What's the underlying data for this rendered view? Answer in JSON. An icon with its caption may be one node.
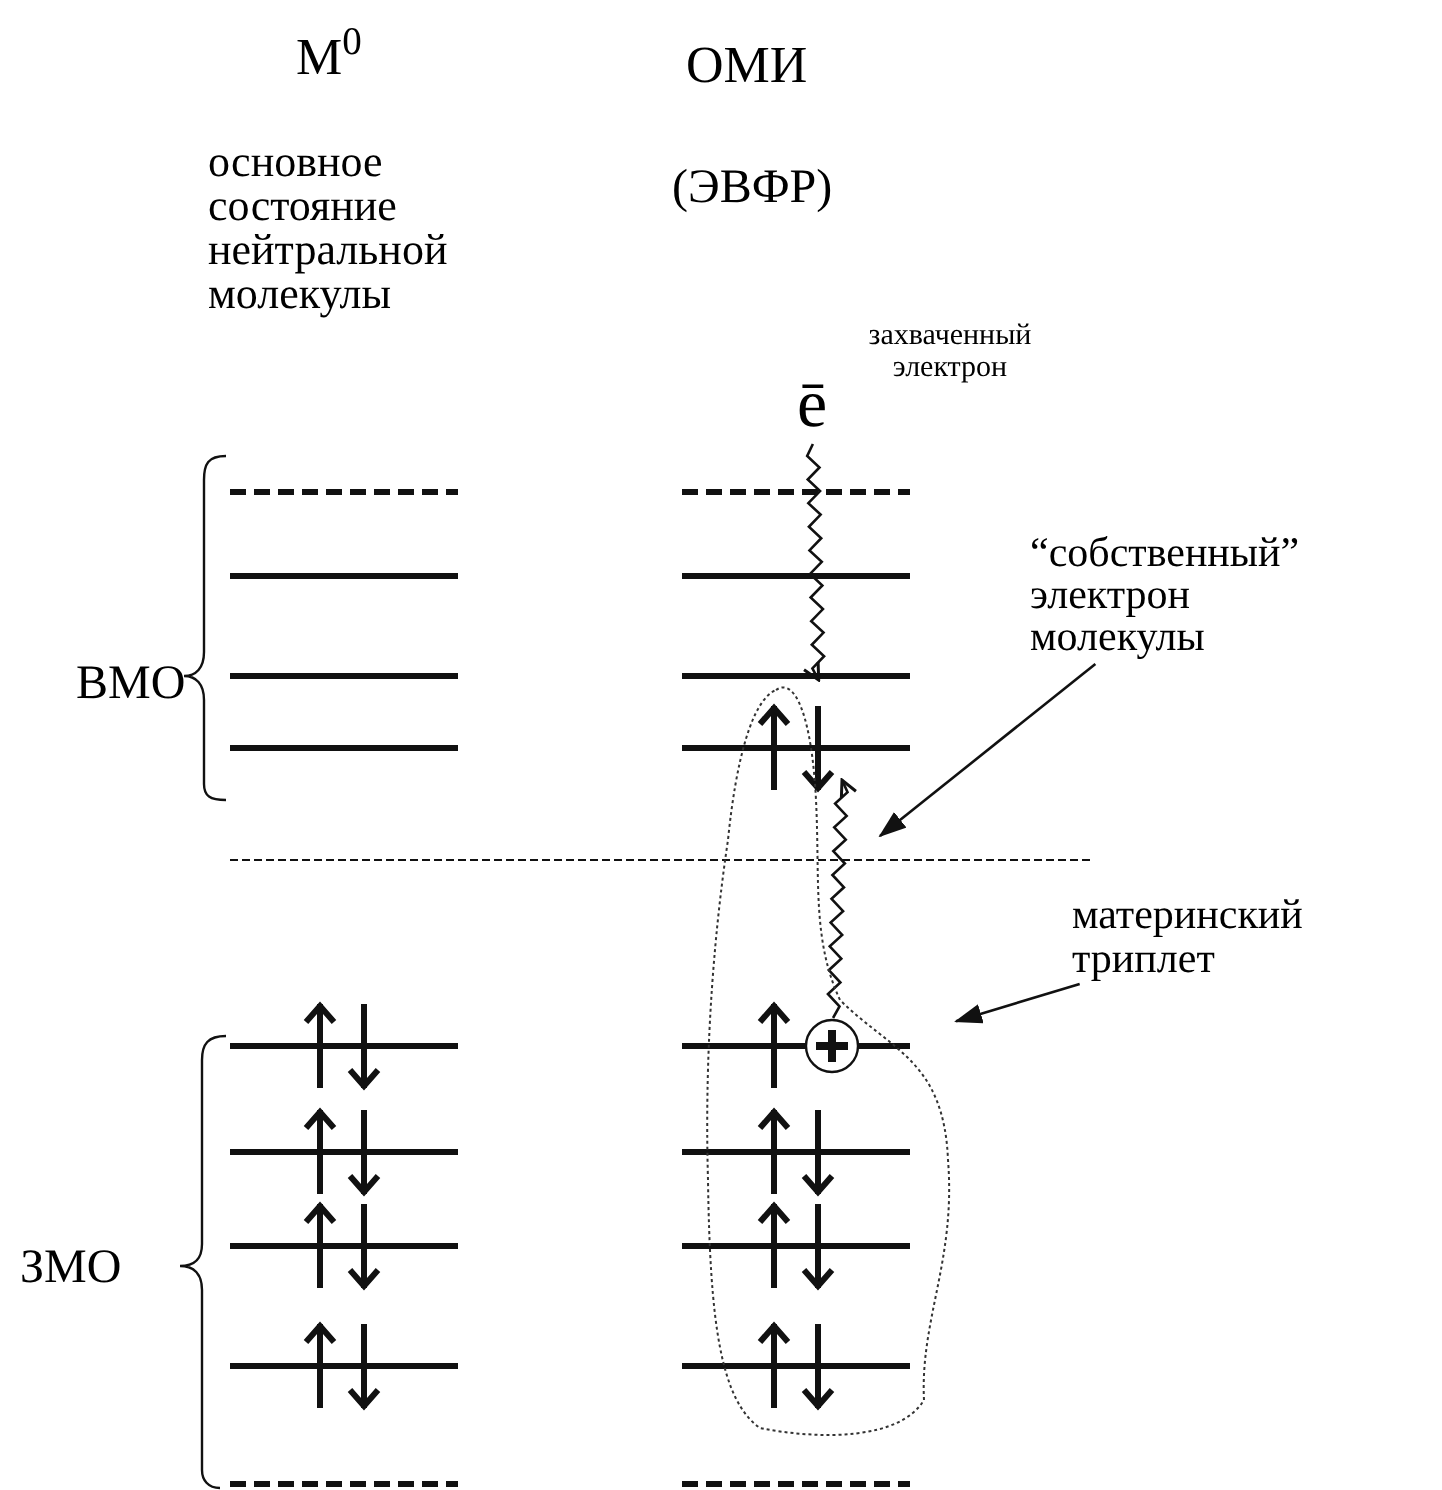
{
  "diagram": {
    "nodes": [
      {
        "text": [
          "М$^{0}$"
        ]
      },
      {
        "text": [
          "основное состояние нейтральной молекулы"
        ]
      },
      {
        "text": [
          "ОМИ"
        ]
      },
      {
        "text": [
          "(ЭВФР)"
        ]
      },
      {
        "text": [
          "захваченный электрон"
        ]
      },
      {
        "text": [
          "ē"
        ]
      },
      {
        "text": [
          "“собственный” электрон молекулы"
        ]
      },
      {
        "text": [
          "материнский триплет"
        ]
      },
      {
        "text": [],
        "shape": "blob"
      },
      {
        "text": [],
        "shape": "circle",
        "in": 8
      }
    ],
    "edges": [
      {
        "from": 5,
        "to": 8,
        "arrow": "to"
      },
      {
        "from": 9,
        "to": null,
        "arrow": "to"
      },
      {
        "from": 6,
        "to": null,
        "arrow": "to"
      },
      {
        "from": 7,
        "to": 8,
        "arrow": "to"
      }
    ],
    "labels": [
      "ВМО",
      "ЗМО"
    ]
  }
}
